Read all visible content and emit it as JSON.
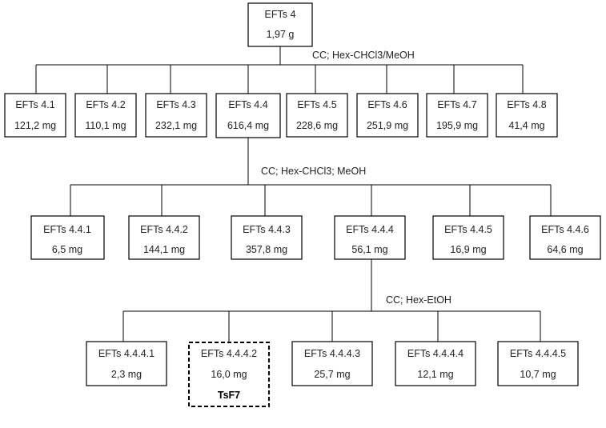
{
  "root": {
    "name": "EFTs 4",
    "amount": "1,97 g"
  },
  "steps": [
    {
      "method": "CC; Hex-CHCl3/MeOH"
    },
    {
      "method": "CC; Hex-CHCl3; MeOH"
    },
    {
      "method": "CC; Hex-EtOH"
    }
  ],
  "level1": [
    {
      "name": "EFTs 4.1",
      "amount": "121,2 mg"
    },
    {
      "name": "EFTs 4.2",
      "amount": "110,1 mg"
    },
    {
      "name": "EFTs 4.3",
      "amount": "232,1 mg"
    },
    {
      "name": "EFTs 4.4",
      "amount": "616,4 mg"
    },
    {
      "name": "EFTs 4.5",
      "amount": "228,6 mg"
    },
    {
      "name": "EFTs 4.6",
      "amount": "251,9 mg"
    },
    {
      "name": "EFTs 4.7",
      "amount": "195,9 mg"
    },
    {
      "name": "EFTs 4.8",
      "amount": "41,4 mg"
    }
  ],
  "level2": [
    {
      "name": "EFTs 4.4.1",
      "amount": "6,5 mg"
    },
    {
      "name": "EFTs 4.4.2",
      "amount": "144,1 mg"
    },
    {
      "name": "EFTs 4.4.3",
      "amount": "357,8 mg"
    },
    {
      "name": "EFTs 4.4.4",
      "amount": "56,1 mg"
    },
    {
      "name": "EFTs 4.4.5",
      "amount": "16,9 mg"
    },
    {
      "name": "EFTs 4.4.6",
      "amount": "64,6 mg"
    }
  ],
  "level3": [
    {
      "name": "EFTs 4.4.4.1",
      "amount": "2,3 mg"
    },
    {
      "name": "EFTs 4.4.4.2",
      "amount": "16,0 mg",
      "compound": "TsF7"
    },
    {
      "name": "EFTs 4.4.4.3",
      "amount": "25,7 mg"
    },
    {
      "name": "EFTs 4.4.4.4",
      "amount": "12,1 mg"
    },
    {
      "name": "EFTs 4.4.4.5",
      "amount": "10,7 mg"
    }
  ]
}
